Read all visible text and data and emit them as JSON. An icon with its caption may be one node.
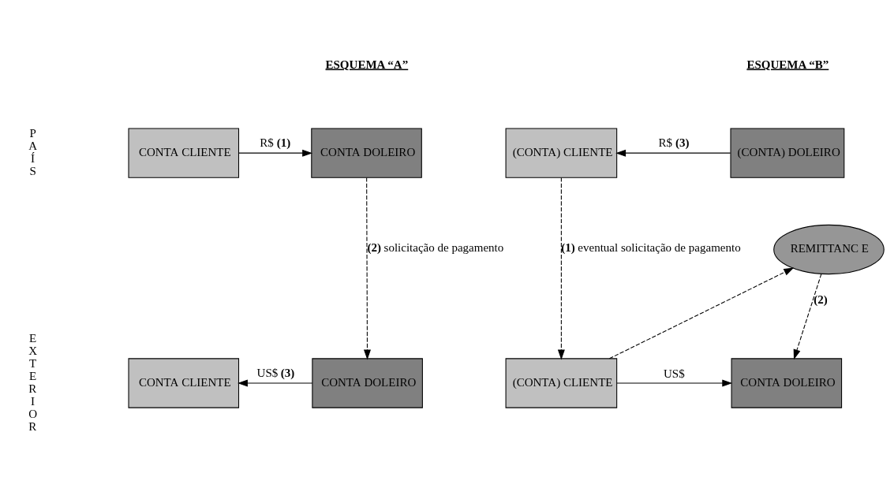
{
  "diagram": {
    "nodes": [
      {
        "text": [
          "CONTA CLIENTE"
        ]
      },
      {
        "text": [
          "CONTA DOLEIRO"
        ]
      },
      {
        "text": [
          "CONTA CLIENTE"
        ]
      },
      {
        "text": [
          "CONTA DOLEIRO"
        ]
      },
      {
        "text": [
          "(CONTA) CLIENTE"
        ]
      },
      {
        "text": [
          "(CONTA) DOLEIRO"
        ]
      },
      {
        "text": [
          "REMITTANC E"
        ]
      },
      {
        "text": [
          "(CONTA) CLIENTE"
        ]
      },
      {
        "text": [
          "CONTA DOLEIRO"
        ]
      }
    ],
    "edges": [
      {
        "from": 0,
        "to": 1,
        "arrow": "to",
        "label": "R$ **(1)**"
      },
      {
        "from": 1,
        "to": 3,
        "arrow": "to",
        "style": "dashed",
        "label": "**(2)** solicitação de pagamento"
      },
      {
        "from": 3,
        "to": 2,
        "arrow": "to",
        "label": "US$ **(3)**"
      },
      {
        "from": 5,
        "to": 4,
        "arrow": "to",
        "label": "R$ **(3)**"
      },
      {
        "from": 4,
        "to": 7,
        "arrow": "to",
        "style": "dashed",
        "label": "**(1)** eventual solicitação de pagamento"
      },
      {
        "from": 7,
        "to": 8,
        "arrow": "to",
        "label": "US$"
      },
      {
        "from": 7,
        "to": 6,
        "arrow": "to",
        "style": "dashed"
      },
      {
        "from": 6,
        "to": 8,
        "arrow": "to",
        "style": "dashed",
        "label": "**(2)**"
      }
    ],
    "labels": [
      "ESQUEMA “A”",
      "ESQUEMA “B”",
      "P A Í S",
      "E X T E R I O R"
    ]
  }
}
